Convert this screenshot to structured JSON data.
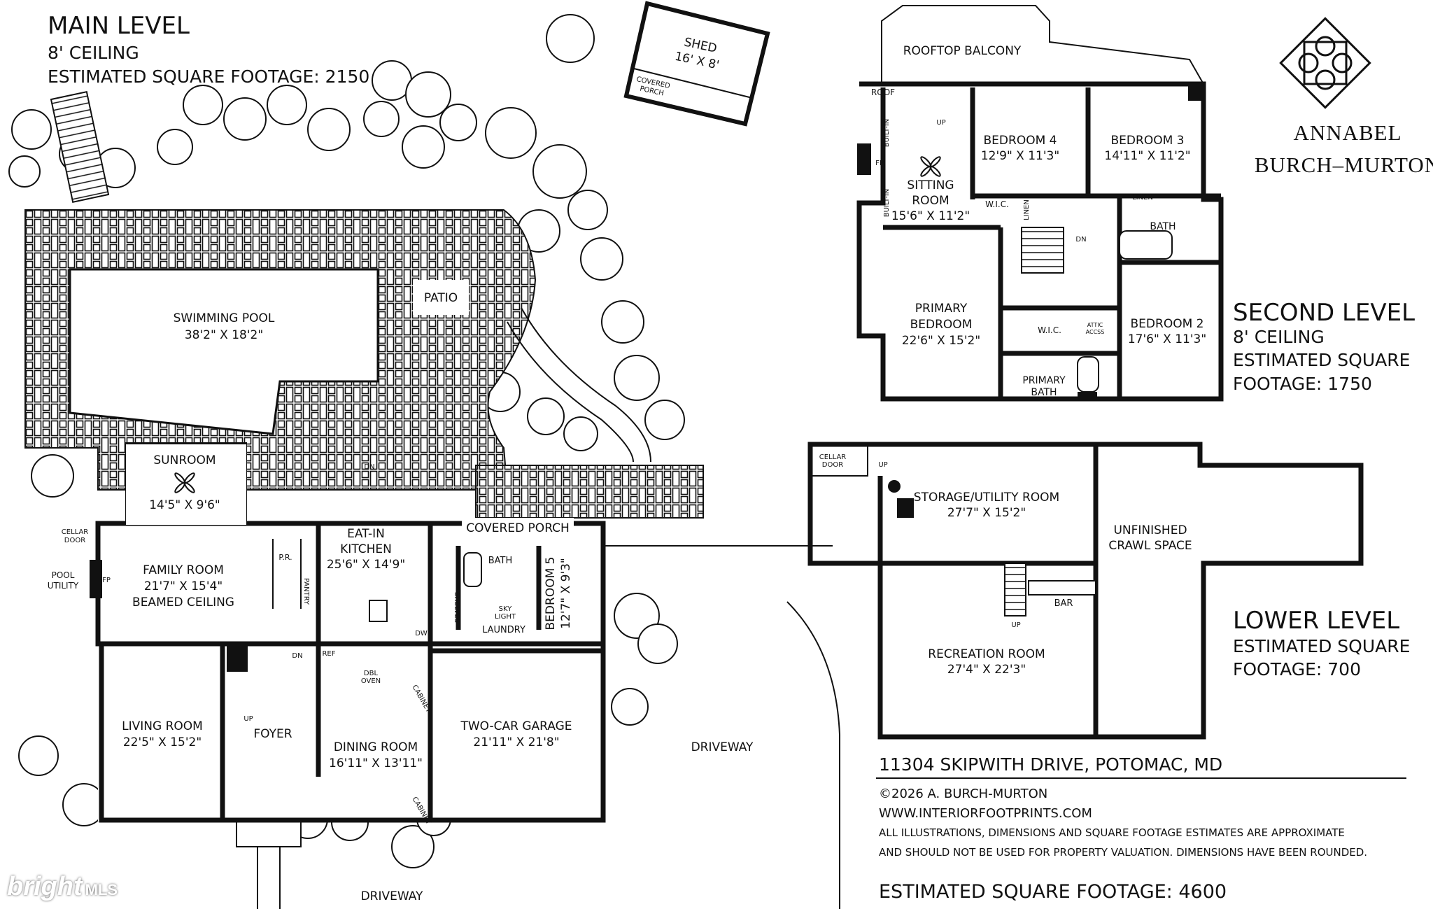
{
  "main_level": {
    "title": "MAIN LEVEL",
    "ceiling": "8' CEILING",
    "sqft": "ESTIMATED SQUARE FOOTAGE: 2150",
    "rooms": {
      "shed": {
        "name": "SHED",
        "dims": "16' X 8'"
      },
      "covered_porch_shed": {
        "line1": "COVERED",
        "line2": "PORCH"
      },
      "pool": {
        "name": "SWIMMING POOL",
        "dims": "38'2\" X 18'2\""
      },
      "patio": {
        "name": "PATIO"
      },
      "sunroom": {
        "name": "SUNROOM",
        "dims": "14'5\" X 9'6\""
      },
      "kitchen": {
        "line1": "EAT-IN",
        "line2": "KITCHEN",
        "dims": "25'6\" X 14'9\""
      },
      "covered_porch": {
        "name": "COVERED PORCH"
      },
      "family_room": {
        "name": "FAMILY ROOM",
        "dims": "21'7\" X 15'4\"",
        "note": "BEAMED CEILING"
      },
      "cellar_door": {
        "line1": "CELLAR",
        "line2": "DOOR"
      },
      "pool_utility": {
        "line1": "POOL",
        "line2": "UTILITY"
      },
      "fp": "FP",
      "pr": "P.R.",
      "pantry": "PANTRY",
      "bath": "BATH",
      "shelves": "SHELVES",
      "sky_light": {
        "line1": "SKY",
        "line2": "LIGHT"
      },
      "laundry": "LAUNDRY",
      "bedroom5": {
        "name": "BEDROOM 5",
        "dims": "12'7\" X 9'3\""
      },
      "ref": "REF",
      "dw": "DW",
      "dbl_oven": {
        "line1": "DBL",
        "line2": "OVEN"
      },
      "cabinet": "CABINET",
      "living_room": {
        "name": "LIVING ROOM",
        "dims": "22'5\" X 15'2\""
      },
      "foyer": "FOYER",
      "dining_room": {
        "name": "DINING ROOM",
        "dims": "16'11\" X 13'11\""
      },
      "garage": {
        "name": "TWO-CAR GARAGE",
        "dims": "21'11\" X 21'8\""
      },
      "driveway_right": "DRIVEWAY",
      "driveway_bottom": "DRIVEWAY",
      "up": "UP",
      "dn": "DN"
    }
  },
  "second_level": {
    "title": "SECOND LEVEL",
    "ceiling": "8' CEILING",
    "sqft_line1": "ESTIMATED SQUARE",
    "sqft_line2": "FOOTAGE: 1750",
    "rooms": {
      "balcony": "ROOFTOP BALCONY",
      "roof": "ROOF",
      "built_in": "BUILT-IN",
      "sitting": {
        "name": "SITTING",
        "name2": "ROOM",
        "dims": "15'6\" X 11'2\""
      },
      "bedroom4": {
        "name": "BEDROOM 4",
        "dims": "12'9\" X 11'3\""
      },
      "bedroom3": {
        "name": "BEDROOM 3",
        "dims": "14'11\" X 11'2\""
      },
      "wic": "W.I.C.",
      "linen": "LINEN",
      "bath": "BATH",
      "primary_bedroom": {
        "line1": "PRIMARY",
        "line2": "BEDROOM",
        "dims": "22'6\" X 15'2\""
      },
      "attic": {
        "line1": "ATTIC",
        "line2": "ACCSS"
      },
      "bedroom2": {
        "name": "BEDROOM 2",
        "dims": "17'6\" X 11'3\""
      },
      "primary_bath": {
        "line1": "PRIMARY",
        "line2": "BATH"
      }
    }
  },
  "lower_level": {
    "title": "LOWER LEVEL",
    "sqft_line1": "ESTIMATED SQUARE",
    "sqft_line2": "FOOTAGE: 700",
    "rooms": {
      "cellar_door": {
        "line1": "CELLAR",
        "line2": "DOOR"
      },
      "storage": {
        "name": "STORAGE/UTILITY ROOM",
        "dims": "27'7\" X 15'2\""
      },
      "crawl": {
        "line1": "UNFINISHED",
        "line2": "CRAWL SPACE"
      },
      "bar": "BAR",
      "recreation": {
        "name": "RECREATION ROOM",
        "dims": "27'4\" X 22'3\""
      }
    }
  },
  "brand": {
    "line1": "ANNABEL",
    "line2": "BURCH–MURTON"
  },
  "info": {
    "address": "11304 SKIPWITH DRIVE, POTOMAC, MD",
    "copyright": "©2026 A. BURCH-MURTON",
    "website": "WWW.INTERIORFOOTPRINTS.COM",
    "disclaimer1": "ALL ILLUSTRATIONS, DIMENSIONS AND SQUARE FOOTAGE ESTIMATES ARE APPROXIMATE",
    "disclaimer2": "AND  SHOULD NOT BE USED FOR PROPERTY VALUATION. DIMENSIONS HAVE BEEN ROUNDED.",
    "total_sqft": "ESTIMATED SQUARE FOOTAGE: 4600"
  },
  "watermark": {
    "brand": "bright",
    "suffix": "MLS"
  },
  "colors": {
    "ink": "#111111",
    "background": "#ffffff"
  }
}
